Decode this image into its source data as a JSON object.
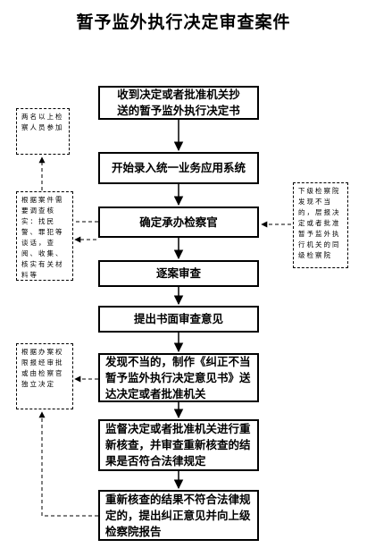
{
  "title": "暂予监外执行决定审查案件",
  "steps": [
    "收到决定或者批准机关抄送的暂予监外执行决定书",
    "开始录入统一业务应用系统",
    "确定承办检察官",
    "逐案审查",
    "提出书面审查意见",
    "发现不当的，制作《纠正不当暂予监外执行决定意见书》送达决定或者批准机关",
    "监督决定或者批准机关进行重新核查，并审查重新核查的结果是否符合法律规定",
    "重新核查的结果不符合法律规定的，提出纠正意见并向上级检察院报告"
  ],
  "notes": {
    "staff": "两名以上检察人员参加",
    "review_methods": "根据案件需要调查核实：找民警、罪犯等谈话，查阅、收集、核实有关材料等",
    "lower_procuratorate": "下级检察院发现不当的，层报决定或者批准暂予监外执行机关的同级检察院",
    "authority": "根据办案权限报经审批或由检察官独立决定"
  }
}
